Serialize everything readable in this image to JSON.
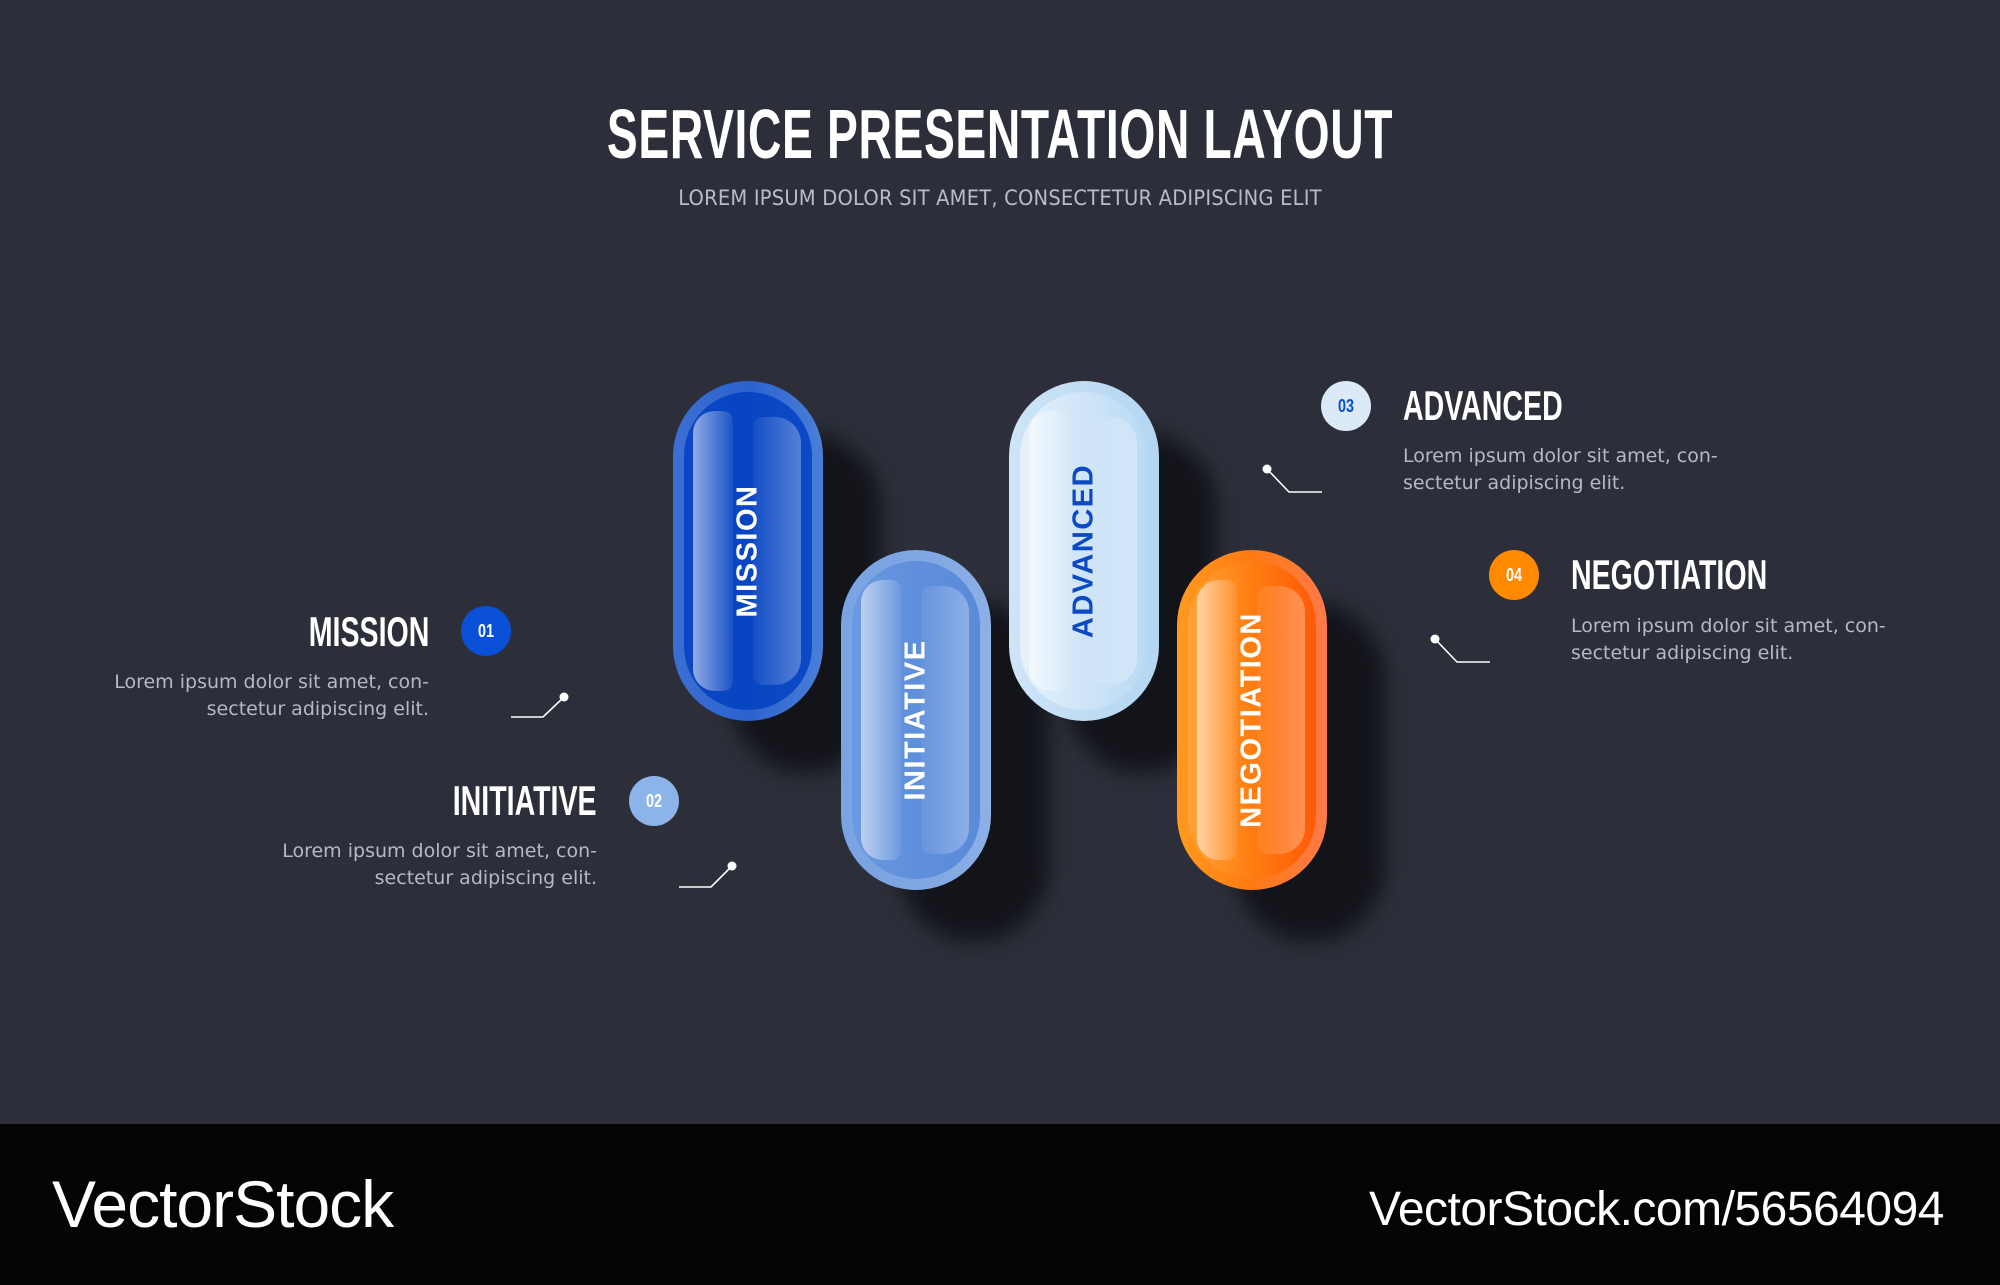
{
  "header": {
    "title": "SERVICE PRESENTATION LAYOUT",
    "subtitle": "LOREM IPSUM DOLOR SIT AMET, CONSECTETUR ADIPISCING ELIT"
  },
  "steps": [
    {
      "number": "01",
      "title": "MISSION",
      "pill_label": "MISSION",
      "description_line1": "Lorem ipsum dolor sit amet, con-",
      "description_line2": "sectetur adipiscing elit.",
      "badge_color": "#0a50d6",
      "badge_text_color": "#ffffff"
    },
    {
      "number": "02",
      "title": "INITIATIVE",
      "pill_label": "INITIATIVE",
      "description_line1": "Lorem ipsum dolor sit amet, con-",
      "description_line2": "sectetur adipiscing elit.",
      "badge_color": "#8db4e8",
      "badge_text_color": "#ffffff"
    },
    {
      "number": "03",
      "title": "ADVANCED",
      "pill_label": "ADVANCED",
      "description_line1": "Lorem ipsum dolor sit amet, con-",
      "description_line2": "sectetur adipiscing elit.",
      "badge_color": "#dce9f7",
      "badge_text_color": "#0a4fcf"
    },
    {
      "number": "04",
      "title": "NEGOTIATION",
      "pill_label": "NEGOTIATION",
      "description_line1": "Lorem ipsum dolor sit amet, con-",
      "description_line2": "sectetur adipiscing elit.",
      "badge_color": "#ff8a00",
      "badge_text_color": "#ffffff"
    }
  ],
  "colors": {
    "background": "#2c2f39",
    "footer": "#040405",
    "blue_dark": "#0a50d6",
    "blue_mid": "#6b99e0",
    "blue_light": "#cfe5f6",
    "orange": "#ff8a00"
  },
  "footer": {
    "brand": "VectorStock",
    "url": "VectorStock.com/56564094"
  }
}
